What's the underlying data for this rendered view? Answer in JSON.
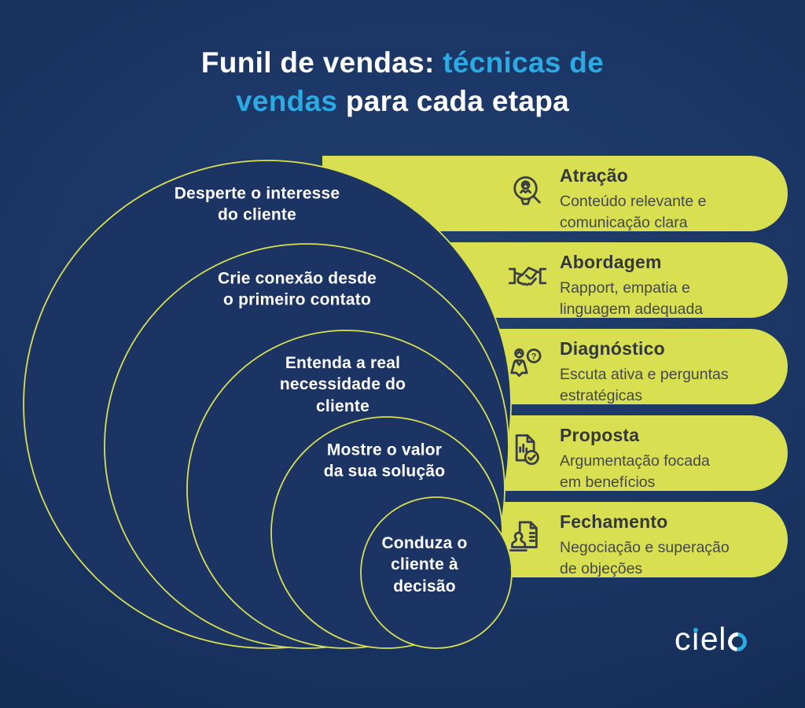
{
  "title": {
    "line1_white": "Funil de vendas: ",
    "line1_blue": "técnicas de",
    "line2_blue": "vendas",
    "line2_white": " para cada etapa"
  },
  "funnel": {
    "labels": [
      "Desperte o interesse\ndo cliente",
      "Crie conexão desde\no primeiro contato",
      "Entenda a real\nnecessidade do\ncliente",
      "Mostre o valor\nda sua solução",
      "Conduza o\ncliente à\ndecisão"
    ]
  },
  "stages": [
    {
      "name": "Atração",
      "description": "Conteúdo relevante e\ncomunicação clara",
      "icon": "person-magnifier-icon"
    },
    {
      "name": "Abordagem",
      "description": "Rapport, empatia e\nlinguagem adequada",
      "icon": "handshake-icon"
    },
    {
      "name": "Diagnóstico",
      "description": "Escuta ativa e perguntas\nestratégicas",
      "icon": "person-question-icon"
    },
    {
      "name": "Proposta",
      "description": "Argumentação focada\nem benefícios",
      "icon": "document-check-icon"
    },
    {
      "name": "Fechamento",
      "description": "Negociação e superação\nde objeções",
      "icon": "document-stamp-icon"
    }
  ],
  "icons": {
    "question_mark": "?"
  },
  "logo": {
    "letter_c": "c",
    "letter_i": "ı",
    "letters_el": "el"
  },
  "colors": {
    "background_navy": "#1b3463",
    "accent_yellow": "#d8df50",
    "accent_blue": "#2aabe3",
    "text_white": "#ffffff",
    "text_dark": "#34383c"
  }
}
